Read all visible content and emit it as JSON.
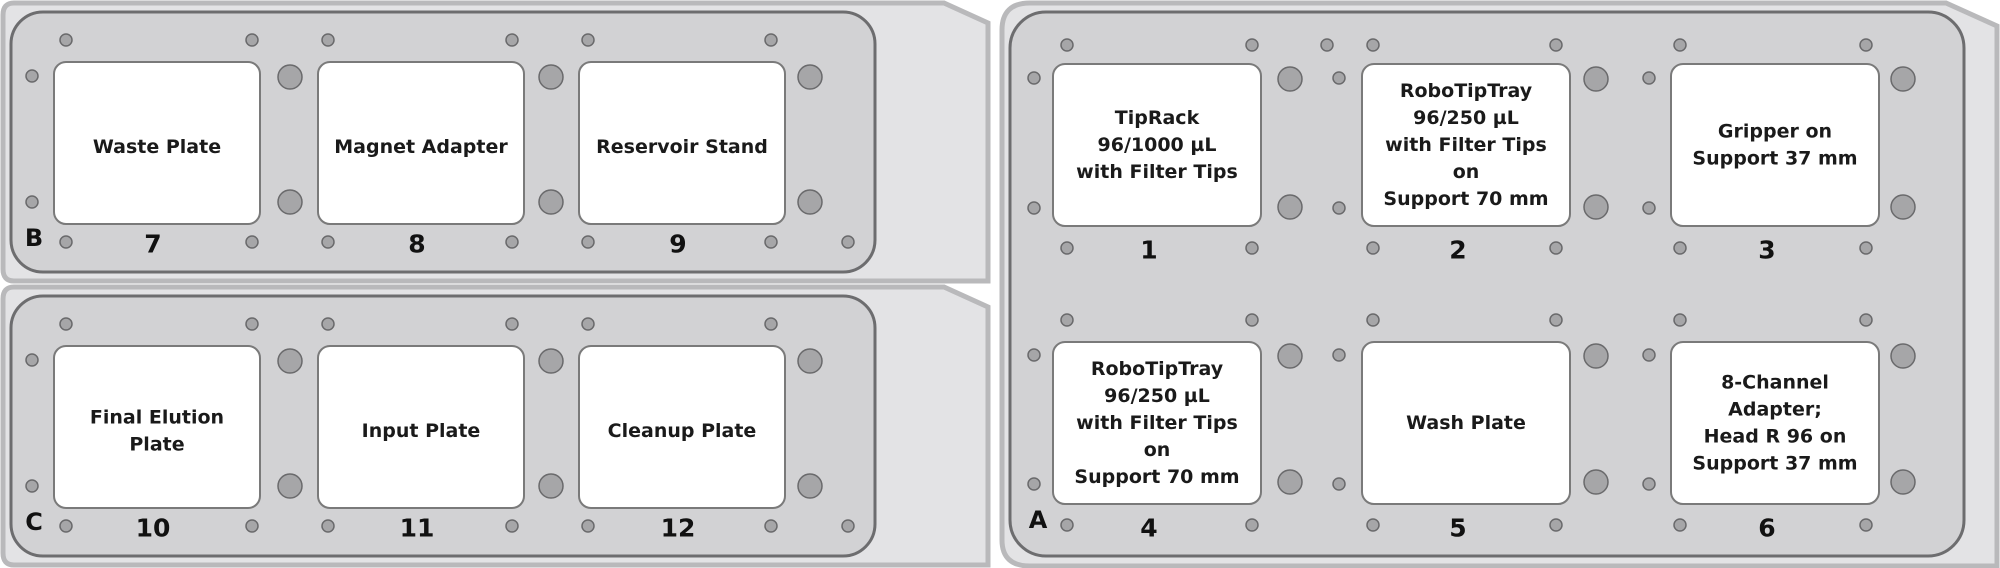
{
  "colors": {
    "outer_tray": "#e3e3e5",
    "outer_border": "#b9b9bb",
    "deck_plate": "#d2d2d4",
    "deck_border": "#6d6d6f",
    "slot_fill": "#ffffff",
    "slot_border": "#7a7a7a",
    "hole_fill": "#a6a6a8",
    "hole_border": "#6a6a6c"
  },
  "banks": [
    {
      "id": "B",
      "label": "B",
      "slots": [
        {
          "position": "7",
          "lines": [
            "Waste Plate"
          ]
        },
        {
          "position": "8",
          "lines": [
            "Magnet Adapter"
          ]
        },
        {
          "position": "9",
          "lines": [
            "Reservoir Stand"
          ]
        }
      ]
    },
    {
      "id": "C",
      "label": "C",
      "slots": [
        {
          "position": "10",
          "lines": [
            "Final Elution",
            "Plate"
          ]
        },
        {
          "position": "11",
          "lines": [
            "Input Plate"
          ]
        },
        {
          "position": "12",
          "lines": [
            "Cleanup Plate"
          ]
        }
      ]
    },
    {
      "id": "A",
      "label": "A",
      "slots": [
        {
          "position": "1",
          "lines": [
            "TipRack",
            "96/1000 µL",
            "with Filter Tips"
          ]
        },
        {
          "position": "2",
          "lines": [
            "RoboTipTray",
            "96/250 µL",
            "with Filter Tips",
            "on",
            "Support 70 mm"
          ]
        },
        {
          "position": "3",
          "lines": [
            "Gripper on",
            "Support 37 mm"
          ]
        },
        {
          "position": "4",
          "lines": [
            "RoboTipTray",
            "96/250 µL",
            "with Filter Tips",
            "on",
            "Support 70 mm"
          ]
        },
        {
          "position": "5",
          "lines": [
            "Wash Plate"
          ]
        },
        {
          "position": "6",
          "lines": [
            "8-Channel",
            "Adapter;",
            "Head R 96 on",
            "Support 37 mm"
          ]
        }
      ]
    }
  ]
}
